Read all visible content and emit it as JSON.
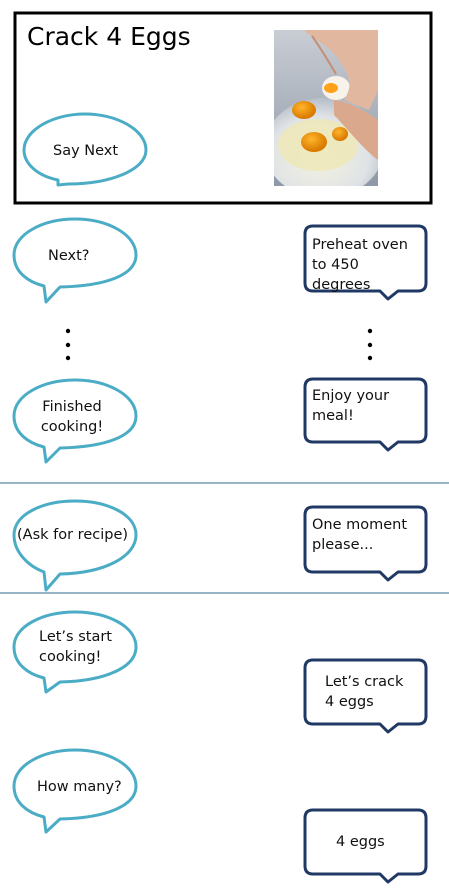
{
  "screen": {
    "title": "Crack 4 Eggs",
    "hint": "Say Next",
    "photo_icon": "egg-cracking-photo"
  },
  "dialog_1": {
    "user_next": "Next?",
    "bot_preheat": "Preheat oven to 450 degrees",
    "ellipsis_icon": "vertical-ellipsis",
    "user_finished": "Finished cooking!",
    "bot_enjoy": "Enjoy your meal!"
  },
  "dialog_2": {
    "user_ask": "(Ask for recipe)",
    "bot_moment": "One moment please..."
  },
  "dialog_3": {
    "user_start": "Let’s start cooking!",
    "bot_crack": "Let’s crack 4 eggs",
    "user_howmany": "How many?",
    "bot_answer": "4 eggs"
  },
  "colors": {
    "user_bubble_stroke": "#4bacc6",
    "bot_bubble_stroke": "#1f3864",
    "divider": "#2e6a8a",
    "frame": "#000000"
  }
}
